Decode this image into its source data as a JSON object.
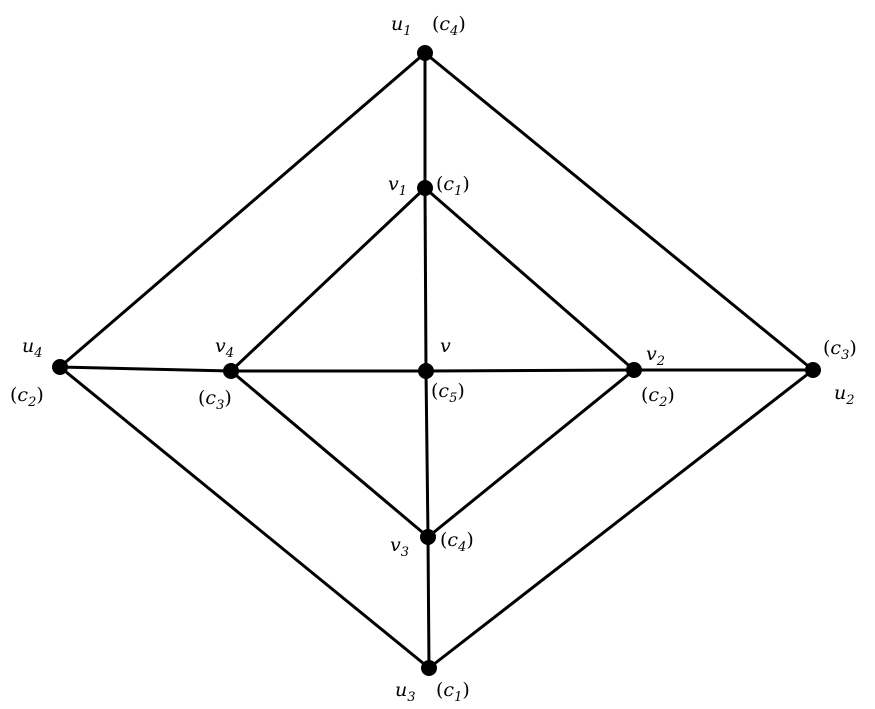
{
  "graph": {
    "nodes": [
      {
        "id": "u1",
        "name": "u",
        "sub": "1",
        "color_name": "c",
        "color_sub": "4"
      },
      {
        "id": "u2",
        "name": "u",
        "sub": "2",
        "color_name": "c",
        "color_sub": "3"
      },
      {
        "id": "u3",
        "name": "u",
        "sub": "3",
        "color_name": "c",
        "color_sub": "1"
      },
      {
        "id": "u4",
        "name": "u",
        "sub": "4",
        "color_name": "c",
        "color_sub": "2"
      },
      {
        "id": "v1",
        "name": "v",
        "sub": "1",
        "color_name": "c",
        "color_sub": "1"
      },
      {
        "id": "v2",
        "name": "v",
        "sub": "2",
        "color_name": "c",
        "color_sub": "2"
      },
      {
        "id": "v3",
        "name": "v",
        "sub": "3",
        "color_name": "c",
        "color_sub": "4"
      },
      {
        "id": "v4",
        "name": "v",
        "sub": "4",
        "color_name": "c",
        "color_sub": "3"
      },
      {
        "id": "v",
        "name": "v",
        "sub": "",
        "color_name": "c",
        "color_sub": "5"
      }
    ],
    "edges": [
      [
        "u1",
        "v1"
      ],
      [
        "u1",
        "u4"
      ],
      [
        "u1",
        "u2"
      ],
      [
        "v1",
        "v4"
      ],
      [
        "v1",
        "v2"
      ],
      [
        "v1",
        "v"
      ],
      [
        "u4",
        "v4"
      ],
      [
        "u4",
        "u3"
      ],
      [
        "v4",
        "v"
      ],
      [
        "v4",
        "v3"
      ],
      [
        "v",
        "v2"
      ],
      [
        "v",
        "v3"
      ],
      [
        "v2",
        "u2"
      ],
      [
        "v2",
        "v3"
      ],
      [
        "u2",
        "u3"
      ],
      [
        "v3",
        "u3"
      ]
    ]
  }
}
